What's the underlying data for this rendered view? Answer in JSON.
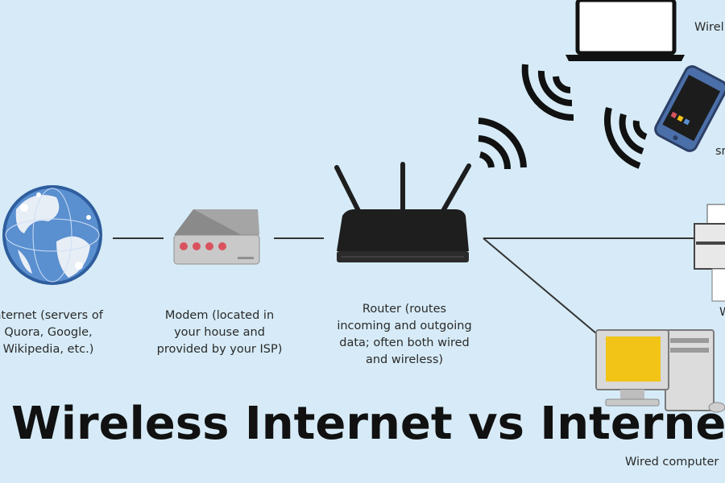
{
  "diagram": {
    "nodes": {
      "internet": {
        "label": "nternet (servers of\nQuora, Google,\nWikipedia, etc.)",
        "icon": "globe-icon"
      },
      "modem": {
        "label": "Modem (located in\nyour house and\nprovided by your ISP)",
        "icon": "modem-icon"
      },
      "router": {
        "label": "Router (routes\nincoming and outgoing\ndata; often both wired\nand wireless)",
        "icon": "router-icon"
      },
      "laptop": {
        "label": "Wirel",
        "icon": "laptop-icon"
      },
      "phone": {
        "label": "sm",
        "icon": "smartphone-icon"
      },
      "printer": {
        "label": "W",
        "icon": "printer-icon"
      },
      "computer": {
        "label": "Wired computer",
        "icon": "desktop-computer-icon"
      }
    },
    "title": "Wireless Internet vs Internet"
  },
  "colors": {
    "background": "#d6ebf7",
    "line": "#333333",
    "globe": "#3b6fb6",
    "modem_lights": "#d9535f",
    "router": "#1e1e1e",
    "monitor_screen": "#f2c417"
  }
}
